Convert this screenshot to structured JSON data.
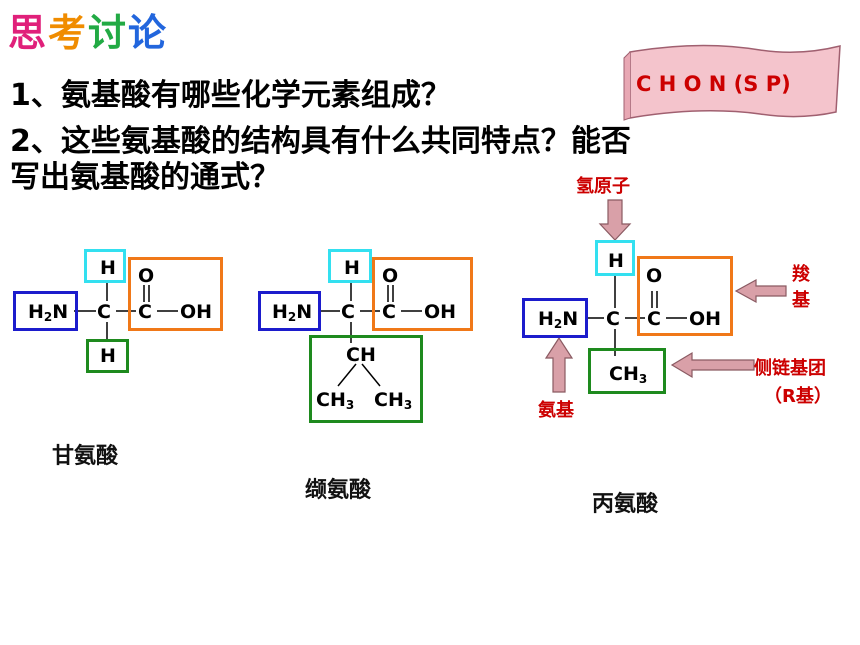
{
  "title": {
    "chars": [
      "思",
      "考",
      "讨",
      "论"
    ]
  },
  "questions": {
    "q1": "1、氨基酸有哪些化学元素组成？",
    "q2_line1": "2、这些氨基酸的结构具有什么共同特点？能否",
    "q2_line2": "写出氨基酸的通式？"
  },
  "answer_banner": "C H O N (S P)",
  "molecules": {
    "glycine": {
      "name": "甘氨酸",
      "h_top": "H",
      "nh2": "H",
      "nh2_sub": "2",
      "nh2_n": "N",
      "c_alpha": "C",
      "c_carboxyl": "C",
      "o_double": "O",
      "oh": "OH",
      "r_group": "H"
    },
    "valine": {
      "name": "缬氨酸",
      "h_top": "H",
      "nh2": "H",
      "nh2_sub": "2",
      "nh2_n": "N",
      "c_alpha": "C",
      "c_carboxyl": "C",
      "o_double": "O",
      "oh": "OH",
      "r_ch": "CH",
      "r_ch3_left": "CH",
      "r_ch3_left_sub": "3",
      "r_ch3_right": "CH",
      "r_ch3_right_sub": "3"
    },
    "alanine": {
      "name": "丙氨酸",
      "h_top": "H",
      "nh2": "H",
      "nh2_sub": "2",
      "nh2_n": "N",
      "c_alpha": "C",
      "c_carboxyl": "C",
      "o_double": "O",
      "oh": "OH",
      "r_ch3": "CH",
      "r_ch3_sub": "3"
    }
  },
  "annotations": {
    "hydrogen_atom": "氢原子",
    "carboxyl_line1": "羧",
    "carboxyl_line2": "基",
    "side_chain_line1": "侧链基团",
    "side_chain_line2": "（R基）",
    "amino": "氨基"
  },
  "colors": {
    "h_box": "#33e0f0",
    "carboxyl_box": "#f07818",
    "r_box": "#1e8a1e",
    "amino_box": "#1c1ccc",
    "label_red": "#cc0000",
    "arrow_fill": "#d9a0a8",
    "banner_fill": "#f4c4cc",
    "title_colors": [
      "#e0207a",
      "#f08c00",
      "#22aa44",
      "#2266dd"
    ]
  }
}
